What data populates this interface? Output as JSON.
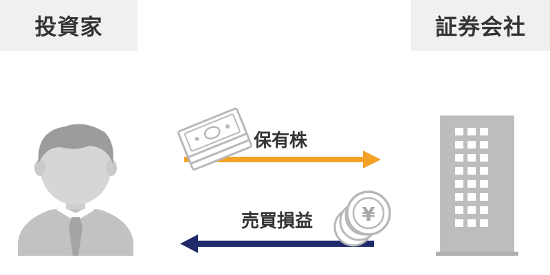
{
  "parties": {
    "investor": "投資家",
    "broker": "証券会社"
  },
  "flows": {
    "to_broker": "保有株",
    "to_investor": "売買損益"
  },
  "icons": {
    "investor": "person-icon",
    "broker": "office-building-icon",
    "banknotes": "banknotes-icon",
    "coins": "yen-coins-icon",
    "coin_symbol": "¥"
  },
  "colors": {
    "to_broker_arrow": "#f4a227",
    "to_investor_arrow": "#1f2a6b",
    "icon_gray": "#bdbdbd",
    "label_bg": "#f0f0f0"
  }
}
